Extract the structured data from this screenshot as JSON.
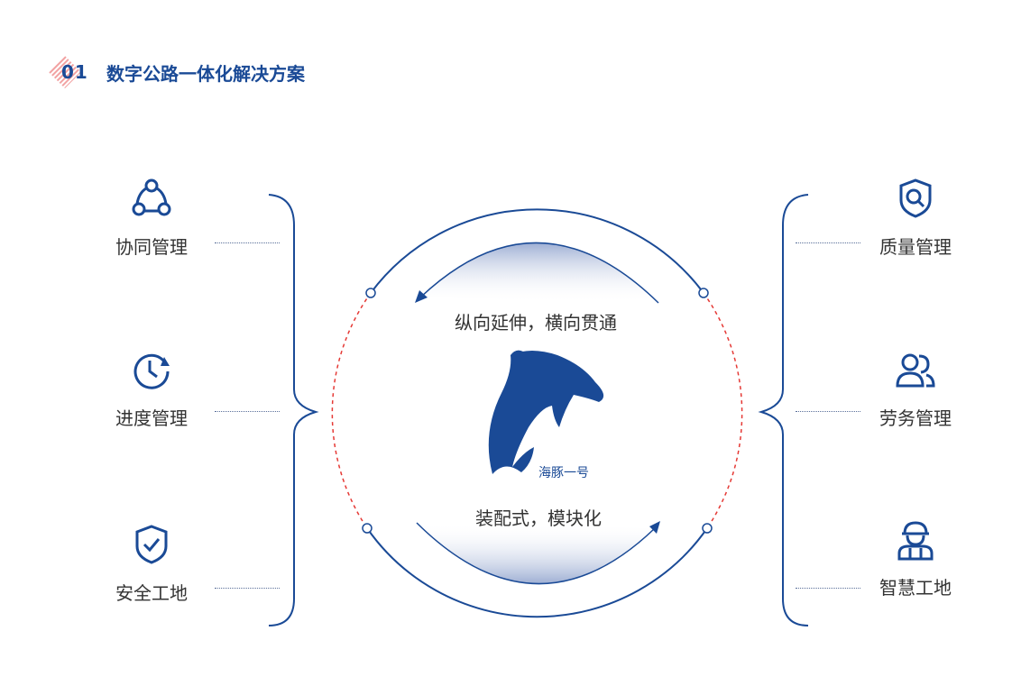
{
  "header": {
    "number": "01",
    "title": "数字公路一体化解决方案"
  },
  "left_items": [
    {
      "label": "协同管理",
      "icon": "collaboration-icon"
    },
    {
      "label": "进度管理",
      "icon": "clock-icon"
    },
    {
      "label": "安全工地",
      "icon": "shield-check-icon"
    }
  ],
  "right_items": [
    {
      "label": "质量管理",
      "icon": "shield-search-icon"
    },
    {
      "label": "劳务管理",
      "icon": "users-icon"
    },
    {
      "label": "智慧工地",
      "icon": "worker-helmet-icon"
    }
  ],
  "center": {
    "top_text": "纵向延伸，横向贯通",
    "bottom_text": "装配式，模块化",
    "logo_text": "海豚一号"
  },
  "colors": {
    "primary": "#1a4a96",
    "accent": "#e53935",
    "text": "#333333"
  }
}
